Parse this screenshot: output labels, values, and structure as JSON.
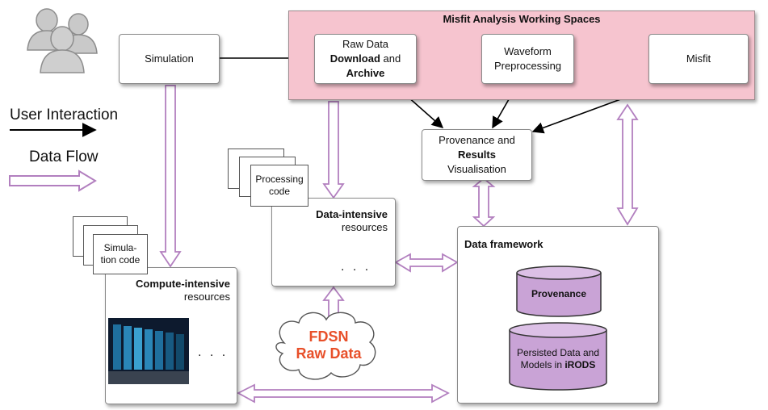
{
  "panel_title": "Misfit Analysis Working Spaces",
  "legend": {
    "user_interaction": "User Interaction",
    "data_flow": "Data Flow"
  },
  "boxes": {
    "simulation": "Simulation",
    "raw_data": {
      "line1": "Raw Data",
      "line2_bold": "Download",
      "line2_rest": " and",
      "line3_bold": "Archive"
    },
    "waveform": {
      "line1": "Waveform",
      "line2": "Preprocessing"
    },
    "misfit": "Misfit",
    "provenance_vis": {
      "line1": "Provenance and",
      "line2_bold": "Results",
      "line3": "Visualisation"
    },
    "data_intensive": {
      "title_bold": "Data-intensive",
      "subtitle": "resources",
      "ellipsis": ". . ."
    },
    "compute_intensive": {
      "title_bold": "Compute-intensive",
      "subtitle": "resources",
      "ellipsis": ". . ."
    },
    "data_framework": {
      "title": "Data framework",
      "provenance_db": "Provenance",
      "persisted_line1": "Persisted Data and",
      "persisted_line2": "Models in ",
      "persisted_bold": "iRODS"
    }
  },
  "documents": {
    "processing_code": {
      "line1": "Processing",
      "line2": "code"
    },
    "simulation_code": {
      "line1": "Simula-",
      "line2": "tion code"
    }
  },
  "fdsn": {
    "line1": "FDSN",
    "line2": "Raw Data"
  },
  "colors": {
    "panel_fill": "#f6c4cf",
    "data_flow_arrow": "#b27fbf",
    "cylinder_fill": "#c9a3d6",
    "fdsn_text": "#e8502a"
  }
}
